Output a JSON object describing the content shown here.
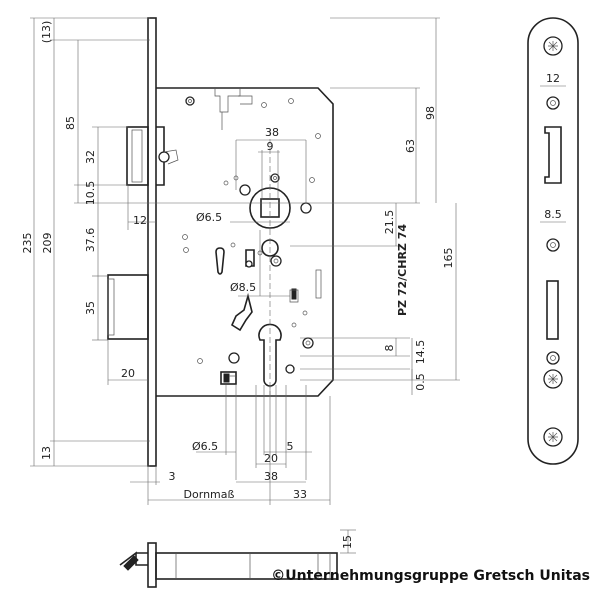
{
  "dimensions": {
    "d13_top": "(13)",
    "d235": "235",
    "d209": "209",
    "d85": "85",
    "d32": "32",
    "d10_5": "10.5",
    "d12_left": "12",
    "d37_6": "37.6",
    "d35": "35",
    "d20_left": "20",
    "d13_bottom": "13",
    "d38_top": "38",
    "d9": "9",
    "d6_5_top": "Ø6.5",
    "d8_5_mid": "Ø8.5",
    "d98": "98",
    "d63": "63",
    "d21_5": "21.5",
    "d165": "165",
    "d8": "8",
    "d14_5": "14.5",
    "d0_5": "0.5",
    "d6_5_bottom": "Ø6.5",
    "d5": "5",
    "d20_bottom": "20",
    "d38_bottom": "38",
    "d3": "3",
    "d33": "33",
    "dornmass": "Dornmaß",
    "d12_plate": "12",
    "d8_5_plate": "8.5",
    "d15_bottom": "15"
  },
  "labels": {
    "cylinder_spec": "PZ 72/CHRZ 74"
  },
  "copyright": "©Unternehmungsgruppe Gretsch Unitas"
}
